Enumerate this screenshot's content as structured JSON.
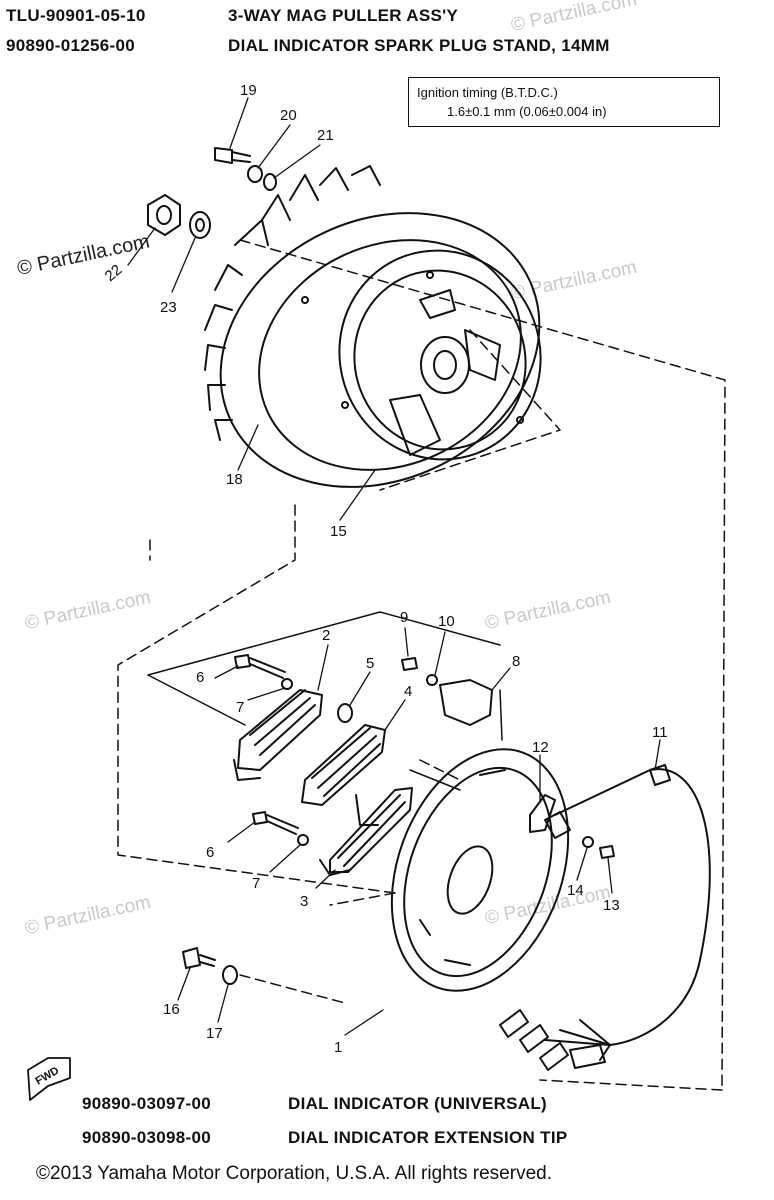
{
  "tools_top": [
    {
      "part_number": "TLU-90901-05-10",
      "description": "3-WAY MAG PULLER ASS'Y"
    },
    {
      "part_number": "90890-01256-00",
      "description": "DIAL INDICATOR SPARK PLUG STAND, 14MM"
    }
  ],
  "spec_box": {
    "title": "Ignition timing (B.T.D.C.)",
    "value": "1.6±0.1 mm (0.06±0.004 in)"
  },
  "callouts": {
    "c19": "19",
    "c20": "20",
    "c21": "21",
    "c22": "22",
    "c23": "23",
    "c18": "18",
    "c15": "15",
    "c9": "9",
    "c10": "10",
    "c2": "2",
    "c5": "5",
    "c8": "8",
    "c6a": "6",
    "c7a": "7",
    "c4": "4",
    "c12": "12",
    "c11": "11",
    "c6b": "6",
    "c7b": "7",
    "c3": "3",
    "c14": "14",
    "c13": "13",
    "c16": "16",
    "c17": "17",
    "c1": "1"
  },
  "fwd_label": "FWD",
  "tools_bottom": [
    {
      "part_number": "90890-03097-00",
      "description": "DIAL INDICATOR (UNIVERSAL)"
    },
    {
      "part_number": "90890-03098-00",
      "description": "DIAL INDICATOR EXTENSION TIP"
    }
  ],
  "brand_mark": "© Partzilla.com",
  "watermark": "© Partzilla.com",
  "copyright": "©2013  Yamaha Motor Corporation, U.S.A. All rights reserved."
}
